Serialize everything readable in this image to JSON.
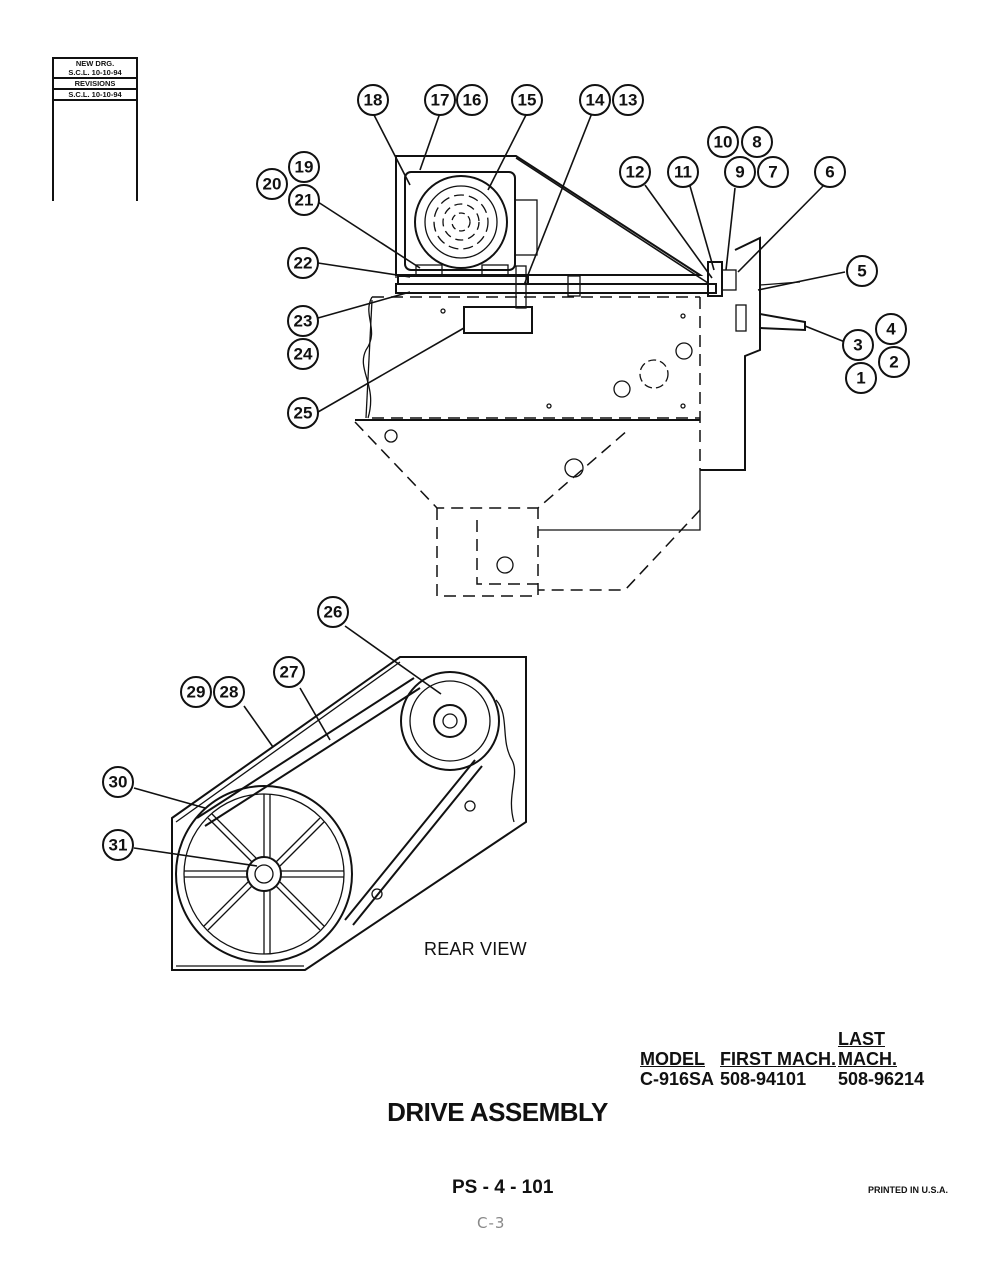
{
  "revision_block": {
    "new_drg_label": "NEW DRG.",
    "new_drg_date": "S.C.L. 10-10-94",
    "revisions_label": "REVISIONS",
    "revision_date": "S.C.L. 10-10-94"
  },
  "callouts": [
    "1",
    "2",
    "3",
    "4",
    "5",
    "6",
    "7",
    "8",
    "9",
    "10",
    "11",
    "12",
    "13",
    "14",
    "15",
    "16",
    "17",
    "18",
    "19",
    "20",
    "21",
    "22",
    "23",
    "24",
    "25",
    "26",
    "27",
    "28",
    "29",
    "30",
    "31"
  ],
  "view_label": "REAR VIEW",
  "model_table": {
    "headers": [
      "MODEL",
      "FIRST MACH.",
      "LAST MACH."
    ],
    "rows": [
      [
        "C-916SA",
        "508-94101",
        "508-96214"
      ]
    ]
  },
  "title": "DRIVE ASSEMBLY",
  "page_number": "PS - 4 - 101",
  "printed": "PRINTED IN U.S.A.",
  "handwritten_note": "C-3"
}
